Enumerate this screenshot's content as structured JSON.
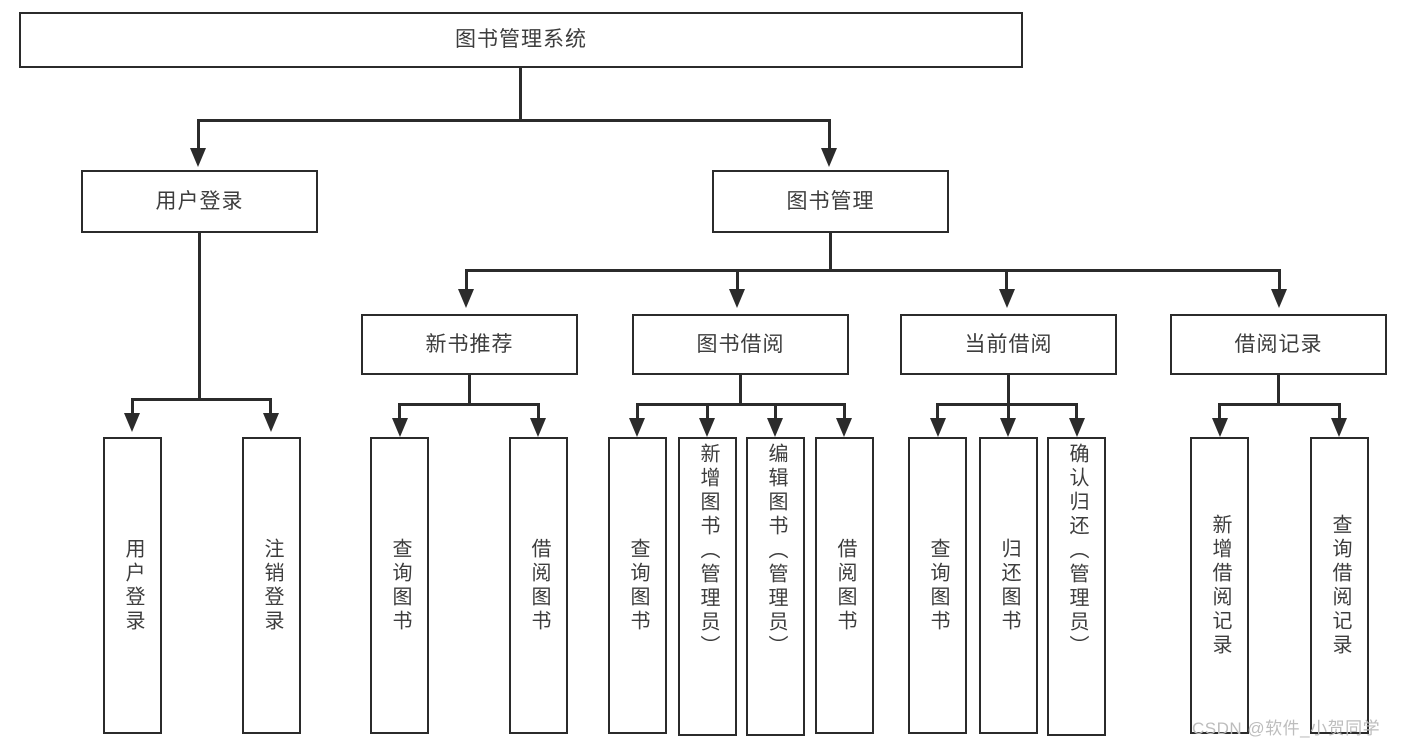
{
  "diagram": {
    "title": "图书管理系统",
    "type": "tree",
    "colors": {
      "stroke": "#2b2b2b",
      "fill": "#ffffff",
      "text": "#3d3d3d",
      "watermark": "#bdbdbd"
    },
    "root": {
      "label": "图书管理系统"
    },
    "level2": [
      {
        "label": "用户登录"
      },
      {
        "label": "图书管理"
      }
    ],
    "level3": [
      {
        "label": "新书推荐"
      },
      {
        "label": "图书借阅"
      },
      {
        "label": "当前借阅"
      },
      {
        "label": "借阅记录"
      }
    ],
    "leaves": {
      "user_login": [
        {
          "label": "用户登录"
        },
        {
          "label": "注销登录"
        }
      ],
      "new_book_recommend": [
        {
          "label": "查询图书"
        },
        {
          "label": "借阅图书"
        }
      ],
      "book_borrow": [
        {
          "label": "查询图书"
        },
        {
          "label": "新增图书（管理员）"
        },
        {
          "label": "编辑图书（管理员）"
        },
        {
          "label": "借阅图书"
        }
      ],
      "current_borrow": [
        {
          "label": "查询图书"
        },
        {
          "label": "归还图书"
        },
        {
          "label": "确认归还（管理员）"
        }
      ],
      "borrow_record": [
        {
          "label": "新增借阅记录"
        },
        {
          "label": "查询借阅记录"
        }
      ]
    }
  },
  "watermark": {
    "text": "CSDN @软件_小贺同学"
  }
}
